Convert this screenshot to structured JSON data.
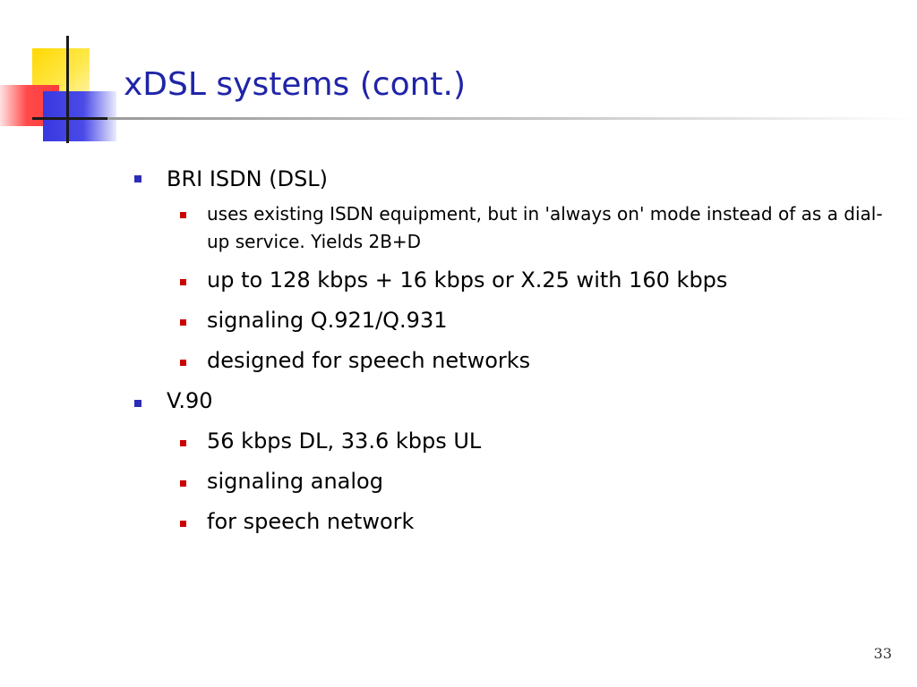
{
  "slide": {
    "title": "xDSL systems (cont.)",
    "page_number": "33"
  },
  "bullets": [
    {
      "text": "BRI ISDN (DSL)",
      "sub": [
        "uses existing ISDN equipment, but in 'always on' mode instead of as a dial-up service. Yields 2B+D",
        "up to 128 kbps + 16 kbps or X.25 with 160 kbps",
        "signaling Q.921/Q.931",
        "designed for speech networks"
      ]
    },
    {
      "text": "V.90",
      "sub": [
        "56 kbps DL, 33.6 kbps UL",
        "signaling analog",
        "for speech network"
      ]
    }
  ],
  "colors": {
    "title": "#1f24a8",
    "level1_bullet": "#2d2db8",
    "level2_bullet": "#cc0000"
  }
}
